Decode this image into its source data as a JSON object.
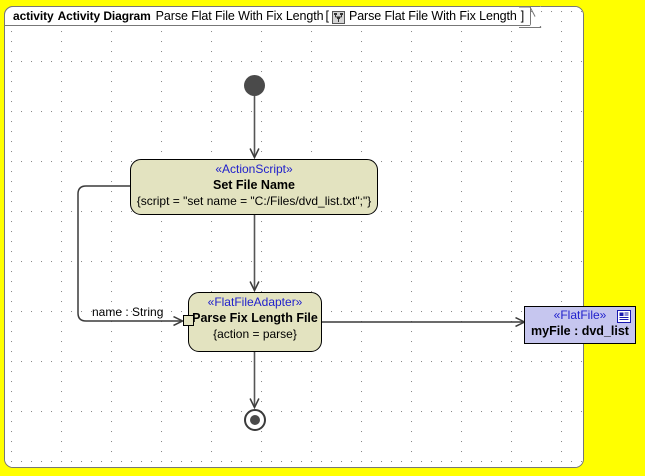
{
  "frame": {
    "keyword": "activity",
    "type_label": "Activity Diagram",
    "name": "Parse Flat File With Fix Length",
    "bracket_open": "[",
    "bracket_close": "]",
    "qualified_name": "Parse Flat File With Fix Length",
    "icon": "activity-diagram-icon"
  },
  "canvas": {
    "background_color": "#ffffff",
    "outside_color": "#ffff00",
    "grid": "dotted"
  },
  "nodes": {
    "initial": {
      "name": "initial-node",
      "shape": "filled-circle",
      "color": "#4a4a4a"
    },
    "final": {
      "name": "activity-final-node",
      "shape": "bullseye",
      "color": "#4a4a4a"
    },
    "set_file_name": {
      "stereotype": "«ActionScript»",
      "title": "Set File Name",
      "property": "{script = \"set name = \"C:/Files/dvd_list.txt\";\"}",
      "fill": "#e3e3c0",
      "stereotype_color": "#2020cc"
    },
    "parse_fix_length_file": {
      "stereotype": "«FlatFileAdapter»",
      "title": "Parse Fix Length File",
      "property": "{action = parse}",
      "fill": "#e3e3c0",
      "stereotype_color": "#2020cc"
    },
    "flat_file_object": {
      "stereotype": "«FlatFile»",
      "title": "myFile : dvd_list",
      "fill": "#c6c6ef",
      "stereotype_color": "#2020cc",
      "icon": "document-icon"
    }
  },
  "pins": {
    "name_input": {
      "label": "name : String"
    }
  },
  "edges": [
    {
      "name": "edge-initial-to-set-file-name",
      "from": "initial",
      "to": "set_file_name",
      "arrow": "open"
    },
    {
      "name": "edge-set-file-name-to-parse",
      "from": "set_file_name",
      "to": "parse_fix_length_file",
      "arrow": "open"
    },
    {
      "name": "edge-parse-to-final",
      "from": "parse_fix_length_file",
      "to": "final",
      "arrow": "open"
    },
    {
      "name": "edge-parse-to-flat-file",
      "from": "parse_fix_length_file",
      "to": "flat_file_object",
      "arrow": "open"
    },
    {
      "name": "edge-set-file-name-to-name-pin",
      "from": "set_file_name",
      "to": "name_input",
      "arrow": "open",
      "label": "name : String"
    }
  ]
}
